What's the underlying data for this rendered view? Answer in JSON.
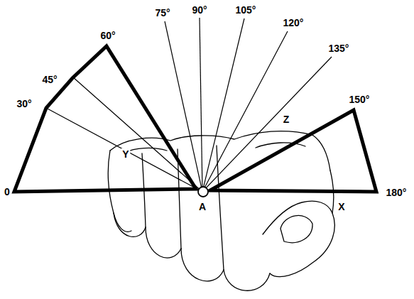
{
  "diagram": {
    "labels": [
      "0",
      "30°",
      "45°",
      "60°",
      "75°",
      "90°",
      "105°",
      "120°",
      "135°",
      "150°",
      "180°",
      "A",
      "X",
      "Y",
      "Z"
    ]
  }
}
